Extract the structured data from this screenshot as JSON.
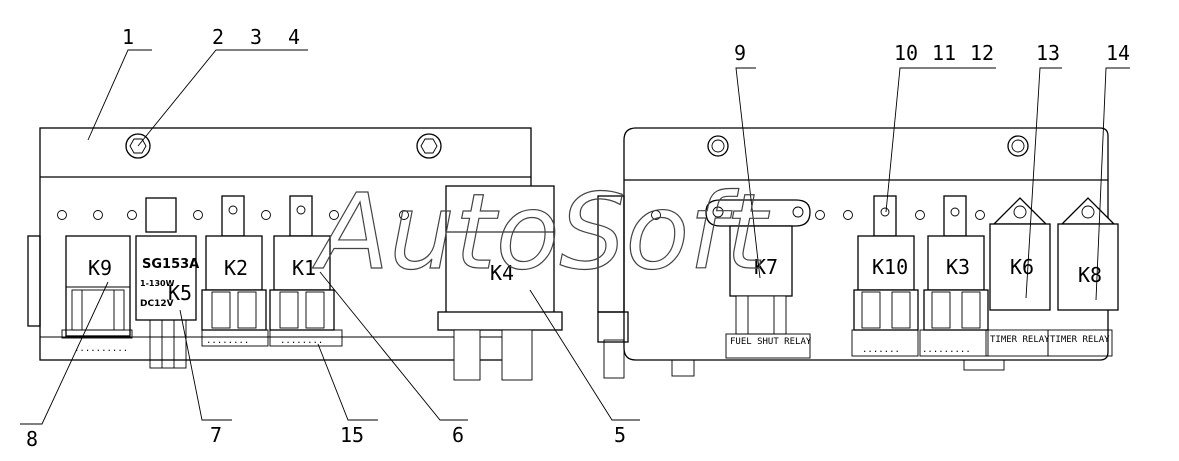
{
  "callouts": [
    "1",
    "2",
    "3",
    "4",
    "5",
    "6",
    "7",
    "8",
    "9",
    "10",
    "11",
    "12",
    "13",
    "14",
    "15"
  ],
  "relays": {
    "k1": "K1",
    "k2": "K2",
    "k3": "K3",
    "k4": "K4",
    "k5": "K5",
    "k6": "K6",
    "k7": "K7",
    "k8": "K8",
    "k9": "K9",
    "k10": "K10"
  },
  "k5_marking": {
    "model": "SG153A",
    "rating": "1-130W",
    "voltage": "DC12V"
  },
  "plate_labels": {
    "fuel_shut_relay": "FUEL SHUT RELAY",
    "timer_relay_a": "TIMER RELAY",
    "timer_relay_b": "TIMER RELAY"
  },
  "watermark": "AutoSoft"
}
